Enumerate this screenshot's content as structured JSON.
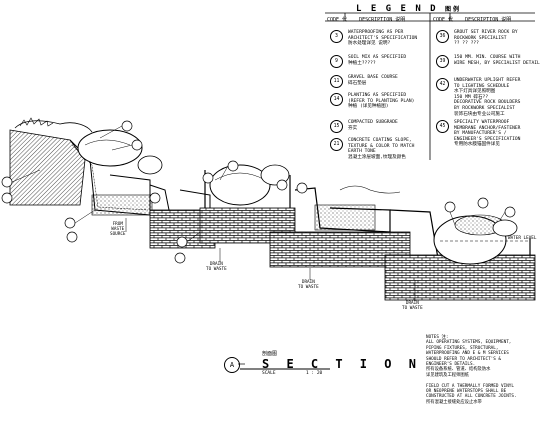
{
  "legend": {
    "title": "L E G E N D",
    "title_cn": "图例",
    "col_headers": [
      {
        "code": "CODE 代",
        "desc": "DESCRIPTION 说明"
      },
      {
        "code": "CODE 代",
        "desc": "DESCRIPTION 说明"
      }
    ],
    "items_left": [
      {
        "num": "3",
        "text": "WATERPROOFING AS PER\nARCHITECT'S SPECIFICATION\n防水处理详见      说明?"
      },
      {
        "num": "9",
        "text": "SOIL MIX AS SPECIFIED\n种植土?????"
      },
      {
        "num": "11",
        "text": "GRAVEL BASE COURSE\n碎石垫层"
      },
      {
        "num": "14",
        "text": "PLANTING AS SPECIFIED\n(REFER TO PLANTING PLAN)\n种植          (详见种植图)"
      },
      {
        "num": "15",
        "text": "COMPACTED SUBGRADE\n夯实"
      },
      {
        "num": "21",
        "text": "CONCRETE COATING SLOPE,\nTEXTURE & COLOR TO MATCH\nEARTH TONE\n混凝土涂层坡面,纹理及颜色"
      }
    ],
    "items_right": [
      {
        "num": "36",
        "text": "GROUT SET RIVER ROCK BY\nROCKWORK SPECIALIST\n?? ?? ???"
      },
      {
        "num": "39",
        "text": "150 MM. MIN. COURSE WITH\nWIRE MESH, BY SPECIALIST DETAIL"
      },
      {
        "num": "42",
        "text": "UNDERWATER UPLIGHT REFER\nTO LIGHTING SCHEDULE\n水下灯具详见照明图\n150 MM 碎石??\nDECORATIVE ROCK BOULDERS\nBY ROCKWORK SPECIALIST\n装饰石块由专业公司施工"
      },
      {
        "num": "45",
        "text": "SPECIALTY WATERPROOF\nMEMBRANE ANCHOR/FASTENER\nBY MANUFACTURER'S /\nENGINEER'S SPECIFICATION\n专用防水膜锚固件详见"
      }
    ]
  },
  "section": {
    "tag": "A",
    "title": "S E C T I O N",
    "title_cn": "剖面图",
    "scale_label": "SCALE",
    "scale_value": "1 : 20"
  },
  "callouts": {
    "from_waste_source": "FROM\nWASTE\nSOURCE",
    "drain1": "DRAIN\nTO WASTE",
    "drain2": "DRAIN\nTO WASTE",
    "drain3": "DRAIN\nTO WASTE",
    "water_level": "WATER LEVEL"
  },
  "notes": {
    "text": "NOTES 注:\nALL OPERATING SYSTEMS, EQUIPMENT,\nPIPING FIXTURES, STRUCTURAL,\nWATERPROOFING AND E & M SERVICES\nSHOULD REFER TO ARCHITECT'S &\nENGINEER'S DETAILS.\n所有设备系统、管道、结构及防水\n详见建筑及工程师图纸\n\nFIELD CUT A THERMALLY FORMED VINYL\nOR NEOPRENE WATERSTOPS SHALL BE\nCONSTRUCTED AT ALL CONCRETE JOINTS.\n所有混凝土接缝处应设止水带"
  },
  "colors": {
    "ink": "#000000",
    "paper": "#ffffff"
  }
}
